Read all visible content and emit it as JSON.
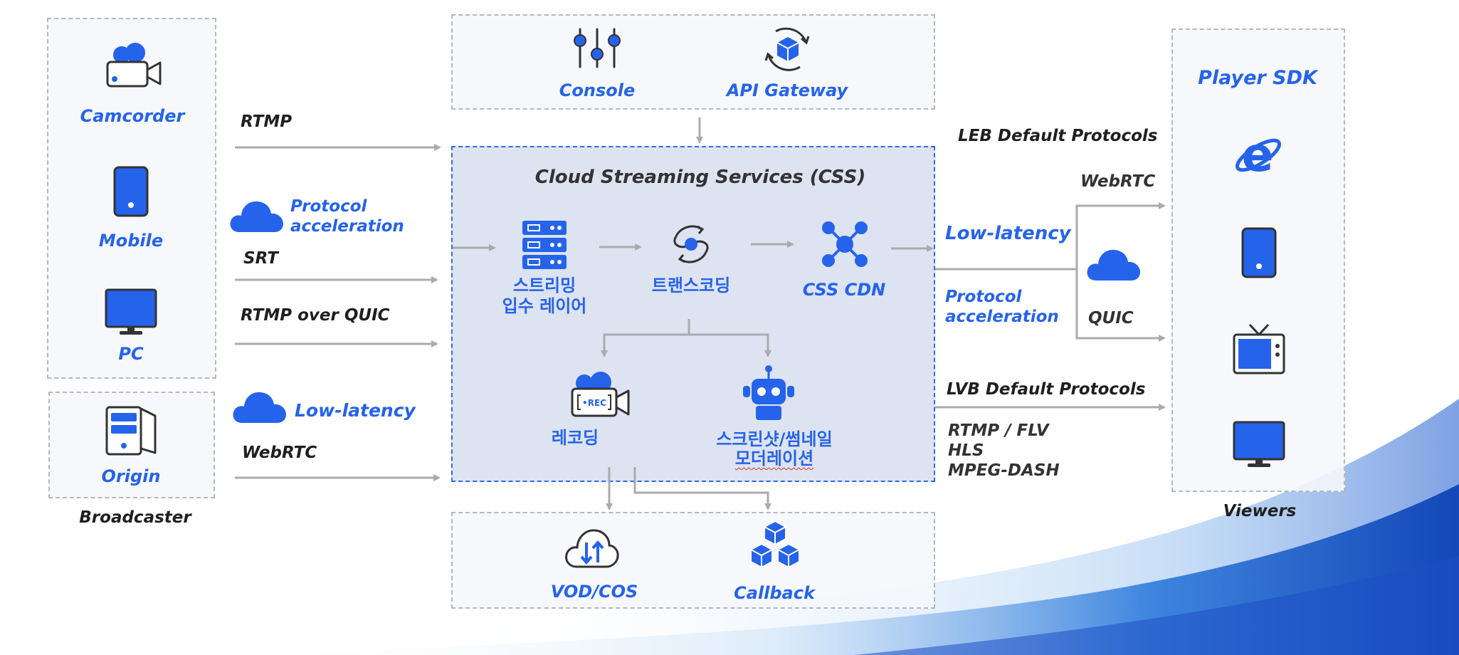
{
  "colors": {
    "accent": "#2563eb",
    "arrow": "#a9abaf",
    "css_border": "#2f6bec",
    "text": "#1f1f1f"
  },
  "broadcaster": {
    "caption": "Broadcaster",
    "devices": [
      {
        "label": "Camcorder",
        "icon": "camcorder-icon"
      },
      {
        "label": "Mobile",
        "icon": "mobile-icon"
      },
      {
        "label": "PC",
        "icon": "monitor-icon"
      },
      {
        "label": "Origin",
        "icon": "server-tower-icon"
      }
    ]
  },
  "ingest": {
    "rtmp": "RTMP",
    "protocol_accel_1": "Protocol",
    "protocol_accel_2": "acceleration",
    "srt": "SRT",
    "rtmp_quic": "RTMP over QUIC",
    "low_latency": "Low-latency",
    "webrtc": "WebRTC"
  },
  "top_panel": {
    "console": "Console",
    "api_gateway": "API Gateway"
  },
  "css": {
    "title": "Cloud Streaming Services (CSS)",
    "ingest_layer_1": "스트리밍",
    "ingest_layer_2": "입수 레이어",
    "transcoding": "트랜스코딩",
    "cdn": "CSS CDN",
    "recording": "레코딩",
    "moderation_1": "스크린샷/썸네일",
    "moderation_2": "모더레이션"
  },
  "bottom_panel": {
    "vod": "VOD/COS",
    "callback": "Callback"
  },
  "delivery": {
    "leb_title": "LEB Default Protocols",
    "webrtc": "WebRTC",
    "low_latency": "Low-latency",
    "protocol_accel_1": "Protocol",
    "protocol_accel_2": "acceleration",
    "quic": "QUIC",
    "lvb_title": "LVB Default Protocols",
    "lvb_list": [
      "RTMP / FLV",
      "HLS",
      "MPEG-DASH"
    ]
  },
  "viewers": {
    "title": "Player SDK",
    "caption": "Viewers",
    "devices": [
      "browser-icon",
      "mobile-icon",
      "tv-icon",
      "monitor-icon"
    ]
  }
}
